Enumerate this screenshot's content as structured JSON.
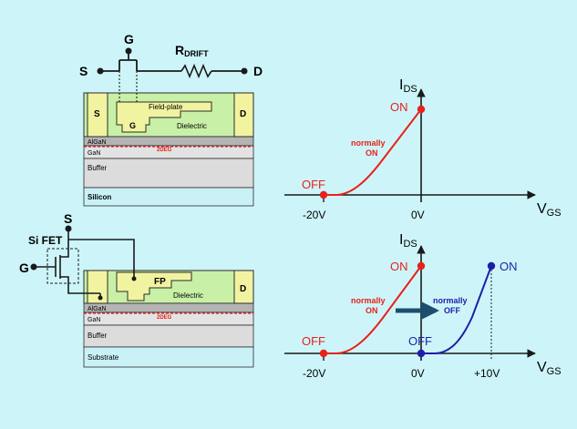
{
  "top_device": {
    "terminal_source": "S",
    "terminal_gate": "G",
    "terminal_drain": "D",
    "resistor_main": "R",
    "resistor_sub": "DRIFT",
    "contact_source": "S",
    "contact_drain": "D",
    "field_plate": "Field-plate",
    "gate_inner": "G",
    "dielectric": "Dielectric",
    "layer_algan": "AlGaN",
    "layer_gan": "GaN",
    "twodeg": "2DEG",
    "layer_buffer": "Buffer",
    "layer_bottom": "Silicon"
  },
  "bottom_device": {
    "si_fet": "Si FET",
    "terminal_source": "S",
    "terminal_gate": "G",
    "contact_drain": "D",
    "field_plate": "FP",
    "dielectric": "Dielectric",
    "layer_algan": "AlGaN",
    "layer_gan": "GaN",
    "twodeg": "2DEG",
    "layer_buffer": "Buffer",
    "layer_bottom": "Substrate"
  },
  "top_graph": {
    "y_axis_main": "I",
    "y_axis_sub": "DS",
    "x_axis_main": "V",
    "x_axis_sub": "GS",
    "off_label": "OFF",
    "on_label": "ON",
    "mode_line1": "normally",
    "mode_line2": "ON",
    "tick_left": "-20V",
    "tick_origin": "0V"
  },
  "bottom_graph": {
    "y_axis_main": "I",
    "y_axis_sub": "DS",
    "x_axis_main": "V",
    "x_axis_sub": "GS",
    "off_label_red": "OFF",
    "on_label_red": "ON",
    "off_label_blue": "OFF",
    "on_label_blue": "ON",
    "mode_red_line1": "normally",
    "mode_red_line2": "ON",
    "mode_blue_line1": "normally",
    "mode_blue_line2": "OFF",
    "tick_left": "-20V",
    "tick_origin": "0V",
    "tick_right": "+10V"
  },
  "colors": {
    "background": "#cdf5f9",
    "red": "#e8211a",
    "blue": "#1e1ea8",
    "navy_arrow": "#1d4e6e",
    "field_plate_fill": "#f1f3a0",
    "dielectric_fill": "#c8f0a6",
    "algan_fill": "#b4b4b4",
    "gan_fill": "#e3e3e3",
    "buffer_fill": "#dcdcdc",
    "substrate_fill": "#c9f1f6"
  }
}
